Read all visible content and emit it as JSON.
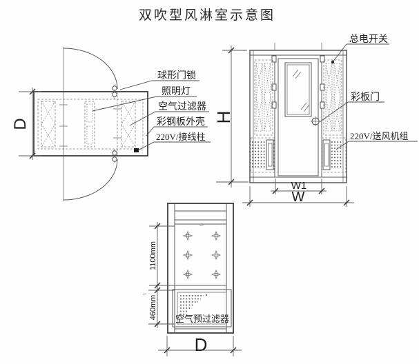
{
  "title": "双吹型风淋室示意图",
  "plan_view": {
    "dim_depth": "D",
    "labels": {
      "door_lock": "球形门锁",
      "light": "照明灯",
      "air_filter": "空气过滤器",
      "steel_shell": "彩钢板外壳",
      "terminal": "220V/接线柱"
    }
  },
  "front_view": {
    "dim_height": "H",
    "dim_door_width": "W1",
    "dim_width": "W",
    "labels": {
      "main_switch": "总电开关",
      "panel_door": "彩板门",
      "fan_unit": "220V/送风机组"
    }
  },
  "side_view": {
    "dim_upper": "1100mm",
    "dim_lower": "460mm",
    "dim_depth": "D",
    "label_prefilter": "空气预过滤器"
  }
}
